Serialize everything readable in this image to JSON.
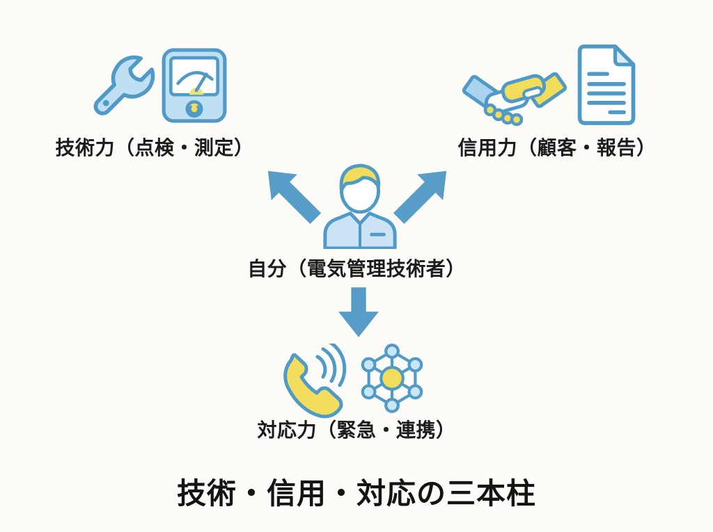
{
  "colors": {
    "background": "#fdfcf9",
    "outline_blue": "#4f9ac6",
    "arrow_blue": "#579dc8",
    "light_blue_fill": "#bfdff2",
    "shirt_blue_fill": "#cbe3f4",
    "pale_blue_fill": "#d9ecf8",
    "yellow": "#f2dc5c",
    "pale_yellow": "#e9e57d",
    "text": "#1c1c1c"
  },
  "diagram": {
    "title": "技術・信用・対応の三本柱",
    "center": {
      "label": "自分（電気管理技術者）",
      "icon": "engineer-person"
    },
    "nodes": [
      {
        "id": "technical",
        "label": "技術力（点検・測定）",
        "icons": [
          "wrench",
          "analog-meter"
        ],
        "position": "top-left"
      },
      {
        "id": "trust",
        "label": "信用力（顧客・報告）",
        "icons": [
          "handshake",
          "report-document"
        ],
        "position": "top-right"
      },
      {
        "id": "response",
        "label": "対応力（緊急・連携）",
        "icons": [
          "phone-call",
          "network-hub"
        ],
        "position": "bottom-center"
      }
    ],
    "arrows": [
      {
        "from": "center",
        "to": "technical",
        "direction": "up-left"
      },
      {
        "from": "center",
        "to": "trust",
        "direction": "up-right"
      },
      {
        "from": "center",
        "to": "response",
        "direction": "down"
      }
    ]
  }
}
